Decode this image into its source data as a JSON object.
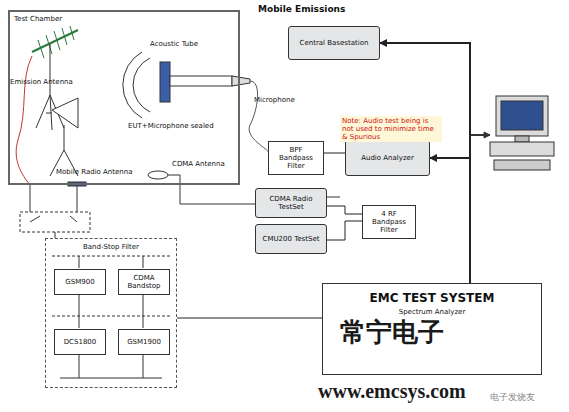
{
  "diagram": {
    "title": "Mobile Emissions",
    "nodes": [
      {
        "text": [
          "Test Chamber"
        ]
      },
      {
        "text": [
          "Central Basestation"
        ]
      },
      {
        "text": [
          "Audio Analyzer"
        ]
      },
      {
        "text": [
          "BPF Bandpass Filter"
        ]
      },
      {
        "text": [
          "CDMA Radio TestSet"
        ]
      },
      {
        "text": [
          "CMU200 TestSet"
        ]
      },
      {
        "text": [
          "4 RF Bandpass Filter"
        ]
      },
      {
        "text": [
          "Band-Stop Filter"
        ]
      },
      {
        "text": [
          "GSM900"
        ],
        "in": 7
      },
      {
        "text": [
          "CDMA Bandstop"
        ],
        "in": 7
      },
      {
        "text": [
          "DCS1800"
        ],
        "in": 7
      },
      {
        "text": [
          "GSM1900"
        ],
        "in": 7
      },
      {
        "text": [
          "EMC TEST SYSTEM",
          "Spectrum Analyzer"
        ]
      }
    ],
    "edges": [
      {
        "from": 3,
        "to": 2,
        "arrow": "none"
      },
      {
        "from": 6,
        "to": 4,
        "arrow": "none"
      },
      {
        "from": 6,
        "to": 5,
        "arrow": "none"
      },
      {
        "from": 7,
        "to": 12,
        "arrow": "none"
      },
      {
        "from": 12,
        "to": 1,
        "arrow": "to"
      },
      {
        "from": 12,
        "to": 2,
        "arrow": "to"
      }
    ],
    "labels": [
      "Emission Antenna",
      "Acoustic Tube",
      "EUT+Microphone sealed",
      "Microphone",
      "Mobile Radio Antenna",
      "CDMA Antenna",
      "Note: Audio test being is not used to minimize time & Spurious",
      "常宁电子",
      "www.emcsys.com",
      "电子发烧友"
    ]
  }
}
